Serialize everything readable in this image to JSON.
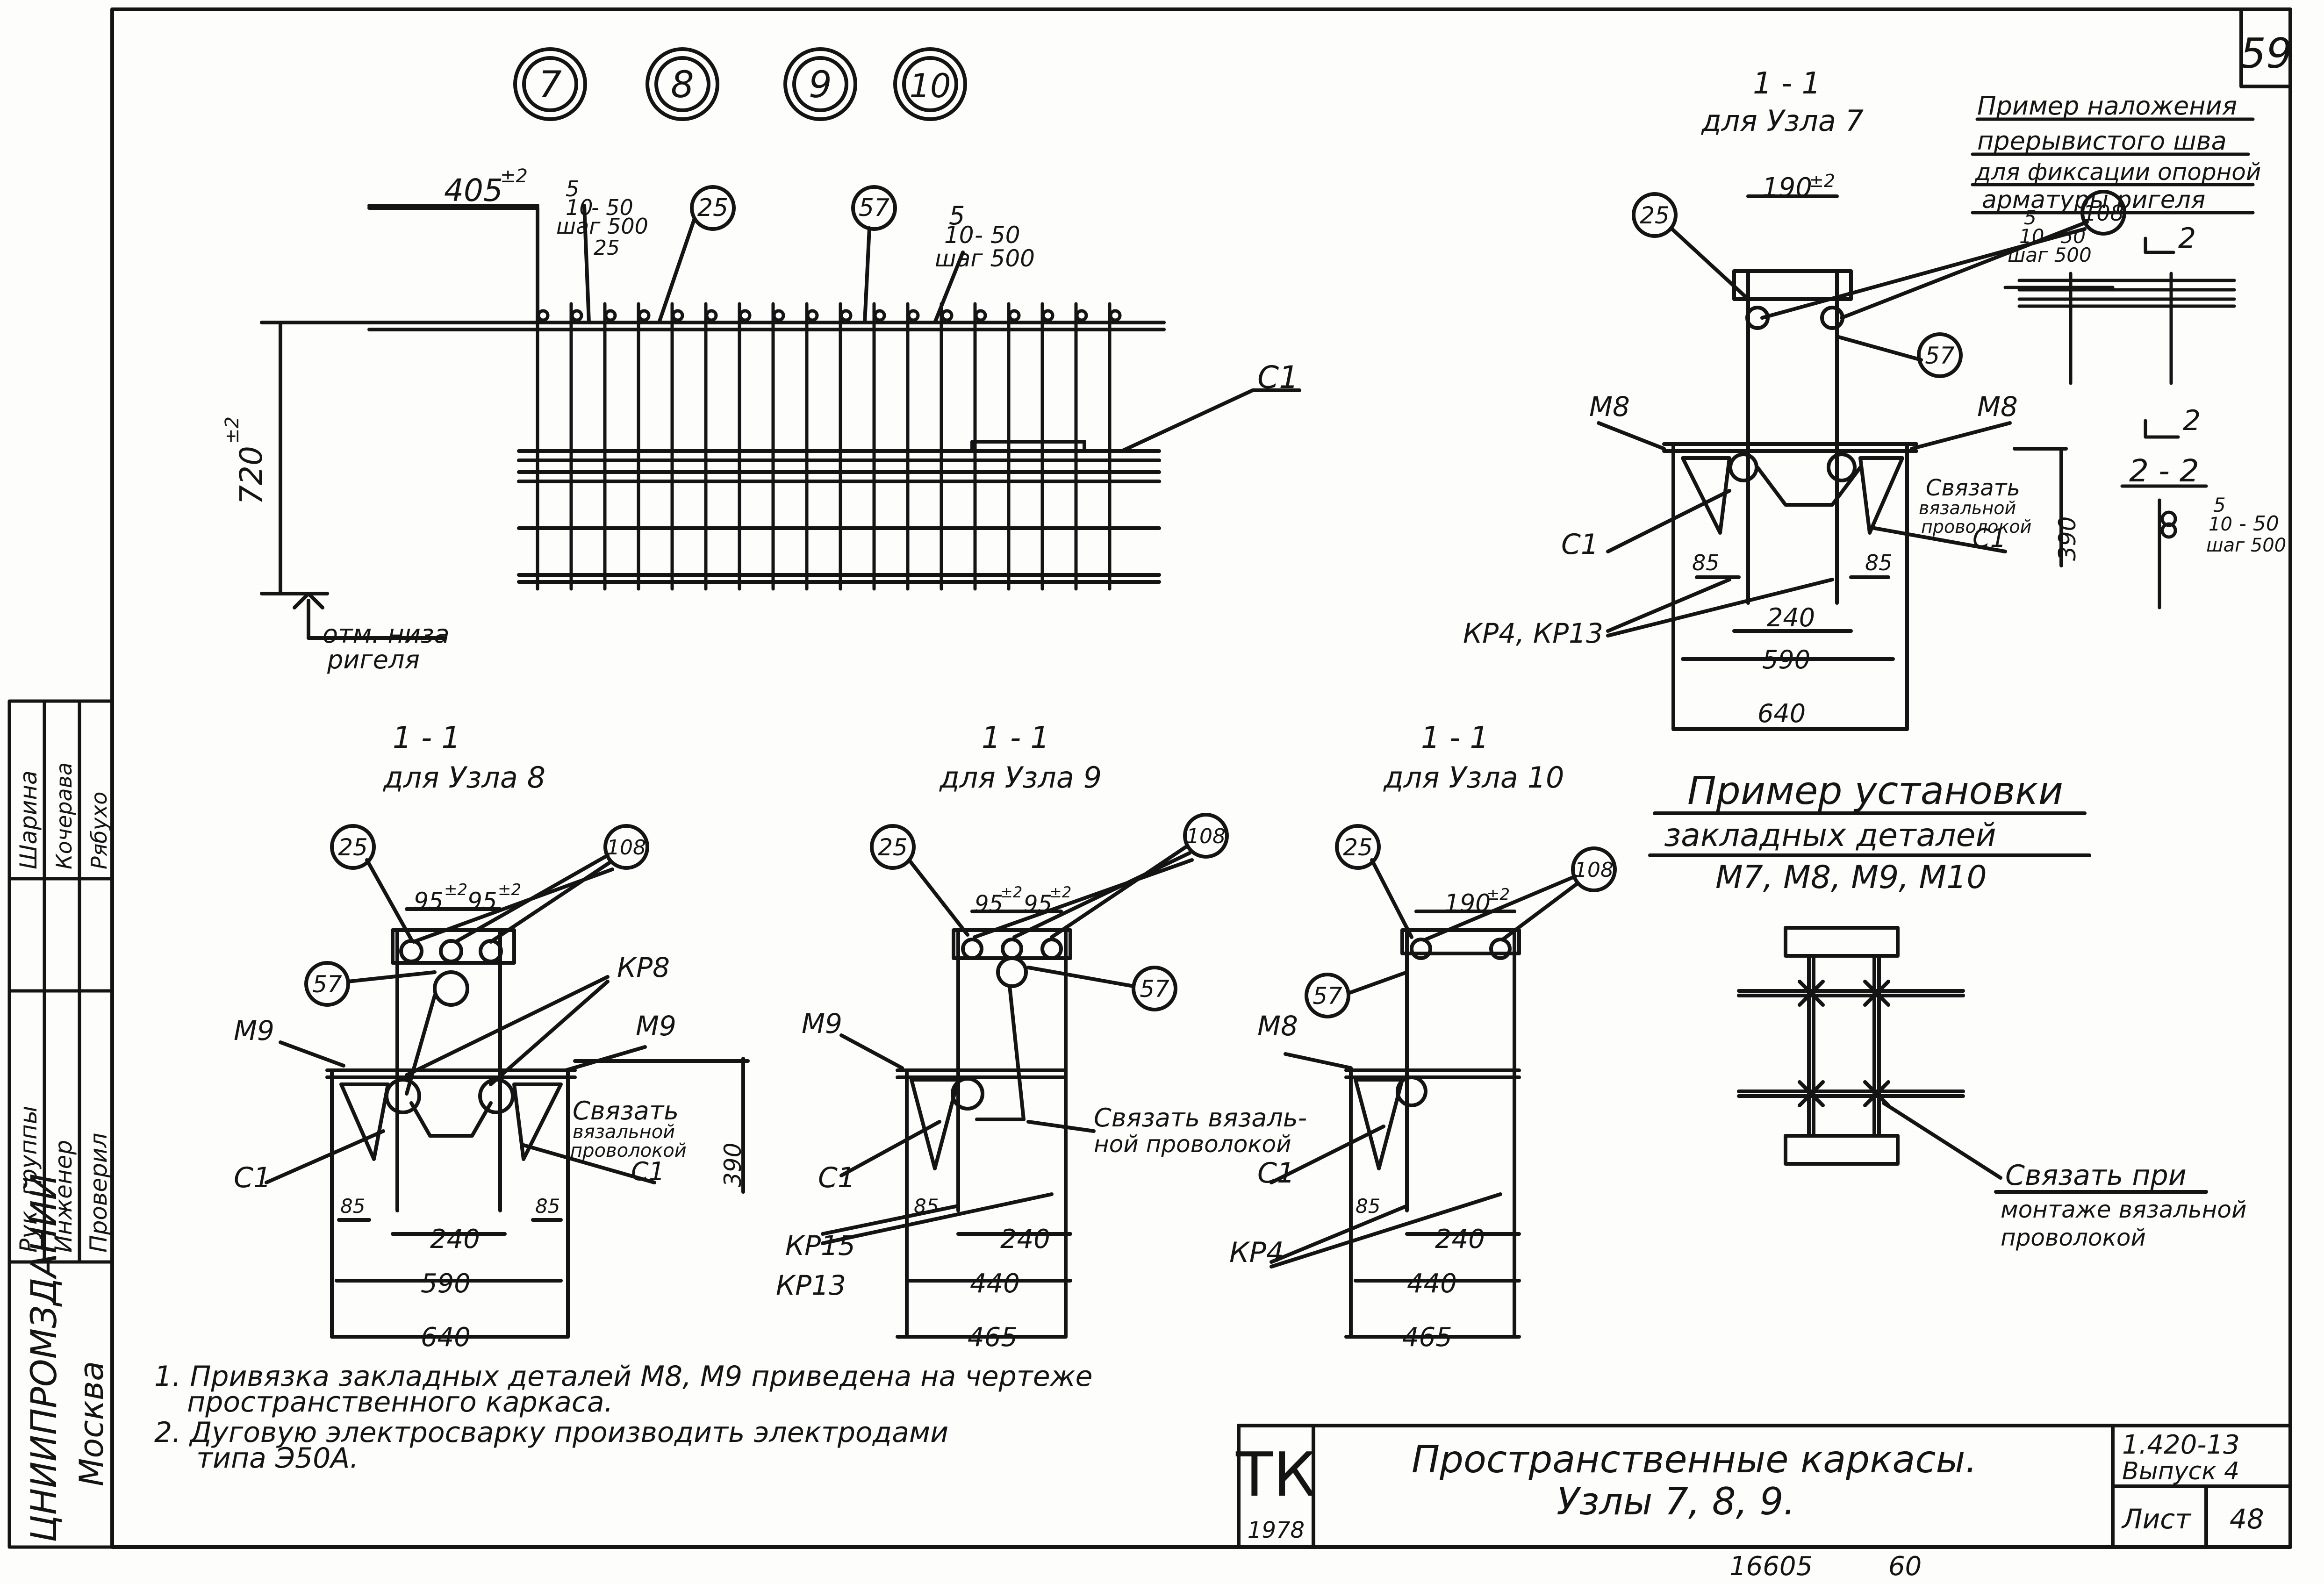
{
  "sheet": {
    "page_number": "59",
    "node_markers": [
      "7",
      "8",
      "9",
      "10"
    ],
    "footer_numbers": [
      "16605",
      "60"
    ]
  },
  "main_view": {
    "dim_top": "405",
    "dim_top_tol": "±2",
    "dim_height": "720",
    "dim_height_tol": "±2",
    "weld_left": [
      "5",
      "10",
      "- 50",
      "шаг 500"
    ],
    "weld_right": [
      "5",
      "10",
      "- 50",
      "шаг 500"
    ],
    "dim_small": "25",
    "callouts": [
      "25",
      "57"
    ],
    "label_c1": "С1",
    "mark_label": [
      "отм. низа",
      "ригеля"
    ]
  },
  "node7": {
    "title": "1 - 1",
    "subtitle": "для Узла 7",
    "dim_top": "190",
    "dim_top_tol": "±2",
    "callouts": [
      "25",
      "108",
      "57"
    ],
    "m_left": "М8",
    "m_right": "М8",
    "tie_note": [
      "Связать",
      "вязальной",
      "проволокой"
    ],
    "c1_left": "С1",
    "c1_right": "С1",
    "dim_85_l": "85",
    "dim_85_r": "85",
    "dim_240": "240",
    "dim_590": "590",
    "dim_640": "640",
    "dim_390": "390",
    "kr_label": "КР4, КР13"
  },
  "weld_example": {
    "title_lines": [
      "Пример наложения",
      "прерывистого шва",
      "для фиксации опорной",
      "арматуры ригеля"
    ],
    "weld": [
      "5",
      "10",
      "- 50",
      "шаг 500"
    ],
    "section_mark": "2",
    "section_title": "2 - 2",
    "section_weld": [
      "5",
      "10",
      "- 50",
      "шаг 500"
    ]
  },
  "node8": {
    "title": "1 - 1",
    "subtitle": "для Узла 8",
    "dims_top": [
      "95",
      "95"
    ],
    "dim_tol": "±2",
    "callouts": [
      "25",
      "108",
      "57"
    ],
    "kr_label": "КР8",
    "m_left": "М9",
    "m_right": "М9",
    "tie_note": [
      "Связать",
      "вязальной",
      "проволокой"
    ],
    "c1_left": "С1",
    "c1_right": "С1",
    "dim_85_l": "85",
    "dim_85_r": "85",
    "dim_240": "240",
    "dim_590": "590",
    "dim_640": "640",
    "dim_390": "390"
  },
  "node9": {
    "title": "1 - 1",
    "subtitle": "для Узла 9",
    "dims_top": [
      "95",
      "95"
    ],
    "dim_tol": "±2",
    "callouts": [
      "25",
      "108",
      "57"
    ],
    "m_left": "М9",
    "tie_note": [
      "Связать вязаль-",
      "ной проволокой"
    ],
    "c1": "С1",
    "dim_85": "85",
    "dim_240": "240",
    "dim_440": "440",
    "dim_465": "465",
    "kr_labels": [
      "КР15",
      "КР13"
    ]
  },
  "node10": {
    "title": "1 - 1",
    "subtitle": "для Узла 10",
    "dim_top": "190",
    "dim_top_tol": "±2",
    "callouts": [
      "25",
      "108",
      "57"
    ],
    "m_left": "М8",
    "c1": "С1",
    "dim_85": "85",
    "dim_240": "240",
    "dim_440": "440",
    "dim_465": "465",
    "kr_label": "КР4"
  },
  "install_example": {
    "title_lines": [
      "Пример установки",
      "закладных деталей"
    ],
    "parts": "М7, М8, М9, М10",
    "note_lines": [
      "Связать при",
      "монтаже вязальной",
      "проволокой"
    ]
  },
  "notes": [
    "1. Привязка закладных деталей М8, М9 приведена на чертеже",
    "пространственного каркаса.",
    "2. Дуговую электросварку производить электродами",
    "типа Э50А."
  ],
  "stamp": {
    "rows": [
      {
        "role": "Рук. группы",
        "name": "Шарина"
      },
      {
        "role": "Инженер",
        "name": "Кочерава"
      },
      {
        "role": "Проверил",
        "name": "Рябухо"
      }
    ],
    "org": "ЦНИИПРОМЗДАНИЙ",
    "city": "Москва"
  },
  "title_block": {
    "logo": "ТК",
    "year": "1978",
    "title_line1": "Пространственные каркасы.",
    "title_line2": "Узлы 7, 8, 9.",
    "series": "1.420-13",
    "issue": "Выпуск 4",
    "sheet_label": "Лист",
    "sheet_number": "48"
  }
}
